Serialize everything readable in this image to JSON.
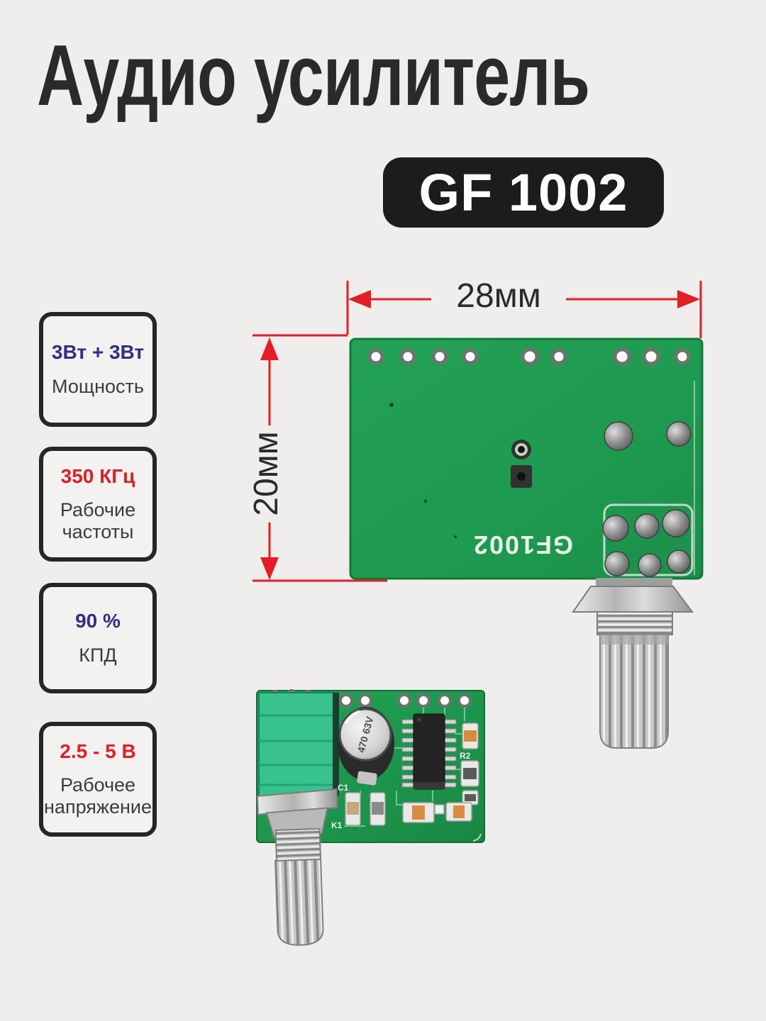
{
  "header": {
    "title": "Аудио усилитель",
    "model": "GF 1002"
  },
  "specs": [
    {
      "value": "3Вт + 3Вт",
      "label": "Мощность",
      "value_color": "#312e85"
    },
    {
      "value": "350 КГц",
      "label": "Рабочие частоты",
      "value_color": "#e31e24"
    },
    {
      "value": "90 %",
      "label": "КПД",
      "value_color": "#312e85"
    },
    {
      "value": "2.5 - 5 В",
      "label": "Рабочее напряжение",
      "value_color": "#e31e24"
    }
  ],
  "dimensions": {
    "width_label": "28мм",
    "height_label": "20мм",
    "arrow_color": "#e31e24"
  },
  "photos": {
    "board_back": {
      "silkscreen": "GF1002"
    },
    "board_front": {
      "cap_marking": "470 63V",
      "label_c1": "C1",
      "label_r2": "R2",
      "label_k1": "K1"
    }
  },
  "theme": {
    "page_bg": "#efeeec",
    "title_color": "#2b2a29",
    "badge_bg": "#1c1c1a",
    "card_border": "#262624",
    "accent_navy": "#312e85",
    "accent_red": "#e31e24",
    "pcb_green": "#1f9b51",
    "pot_green": "#38c28d"
  }
}
